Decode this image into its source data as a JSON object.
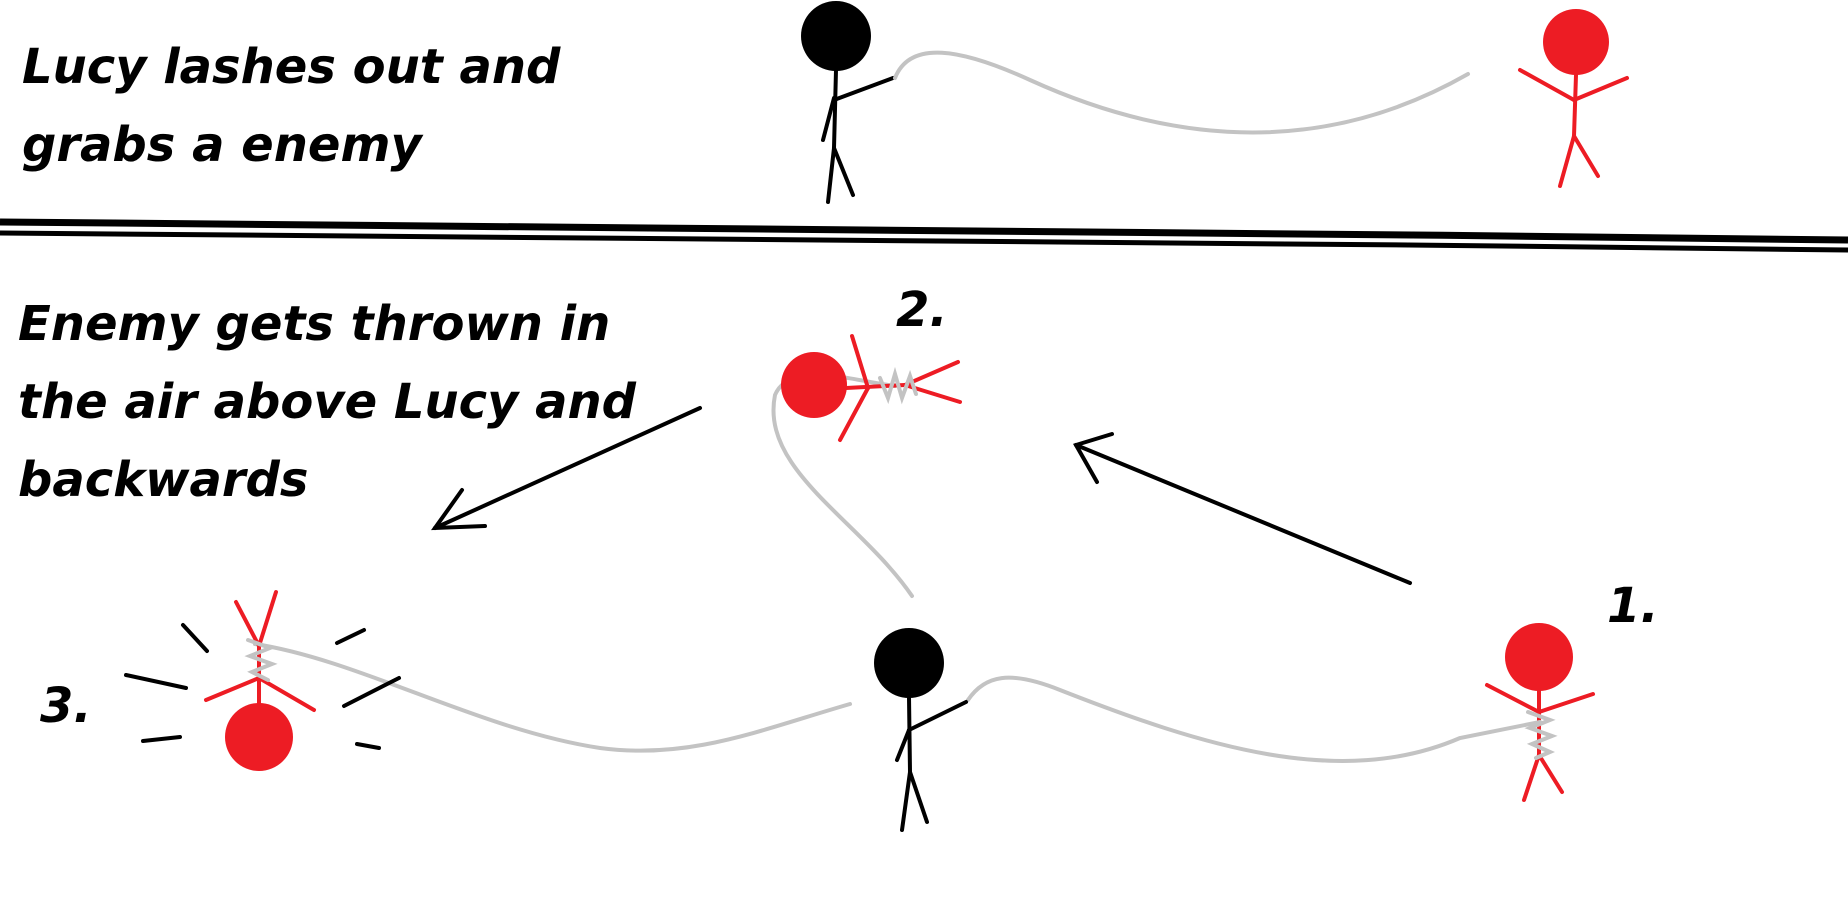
{
  "panel_top": {
    "caption_line1": "Lucy lashes out and",
    "caption_line2": "grabs a enemy"
  },
  "panel_bottom": {
    "caption_line1": "Enemy gets thrown in",
    "caption_line2": "the air above Lucy and",
    "caption_line3": "backwards",
    "step_1": "1.",
    "step_2": "2.",
    "step_3": "3."
  },
  "colors": {
    "lucy": "#000000",
    "enemy": "#ed1c24",
    "whip": "#c3c3c3",
    "ink": "#000000"
  }
}
